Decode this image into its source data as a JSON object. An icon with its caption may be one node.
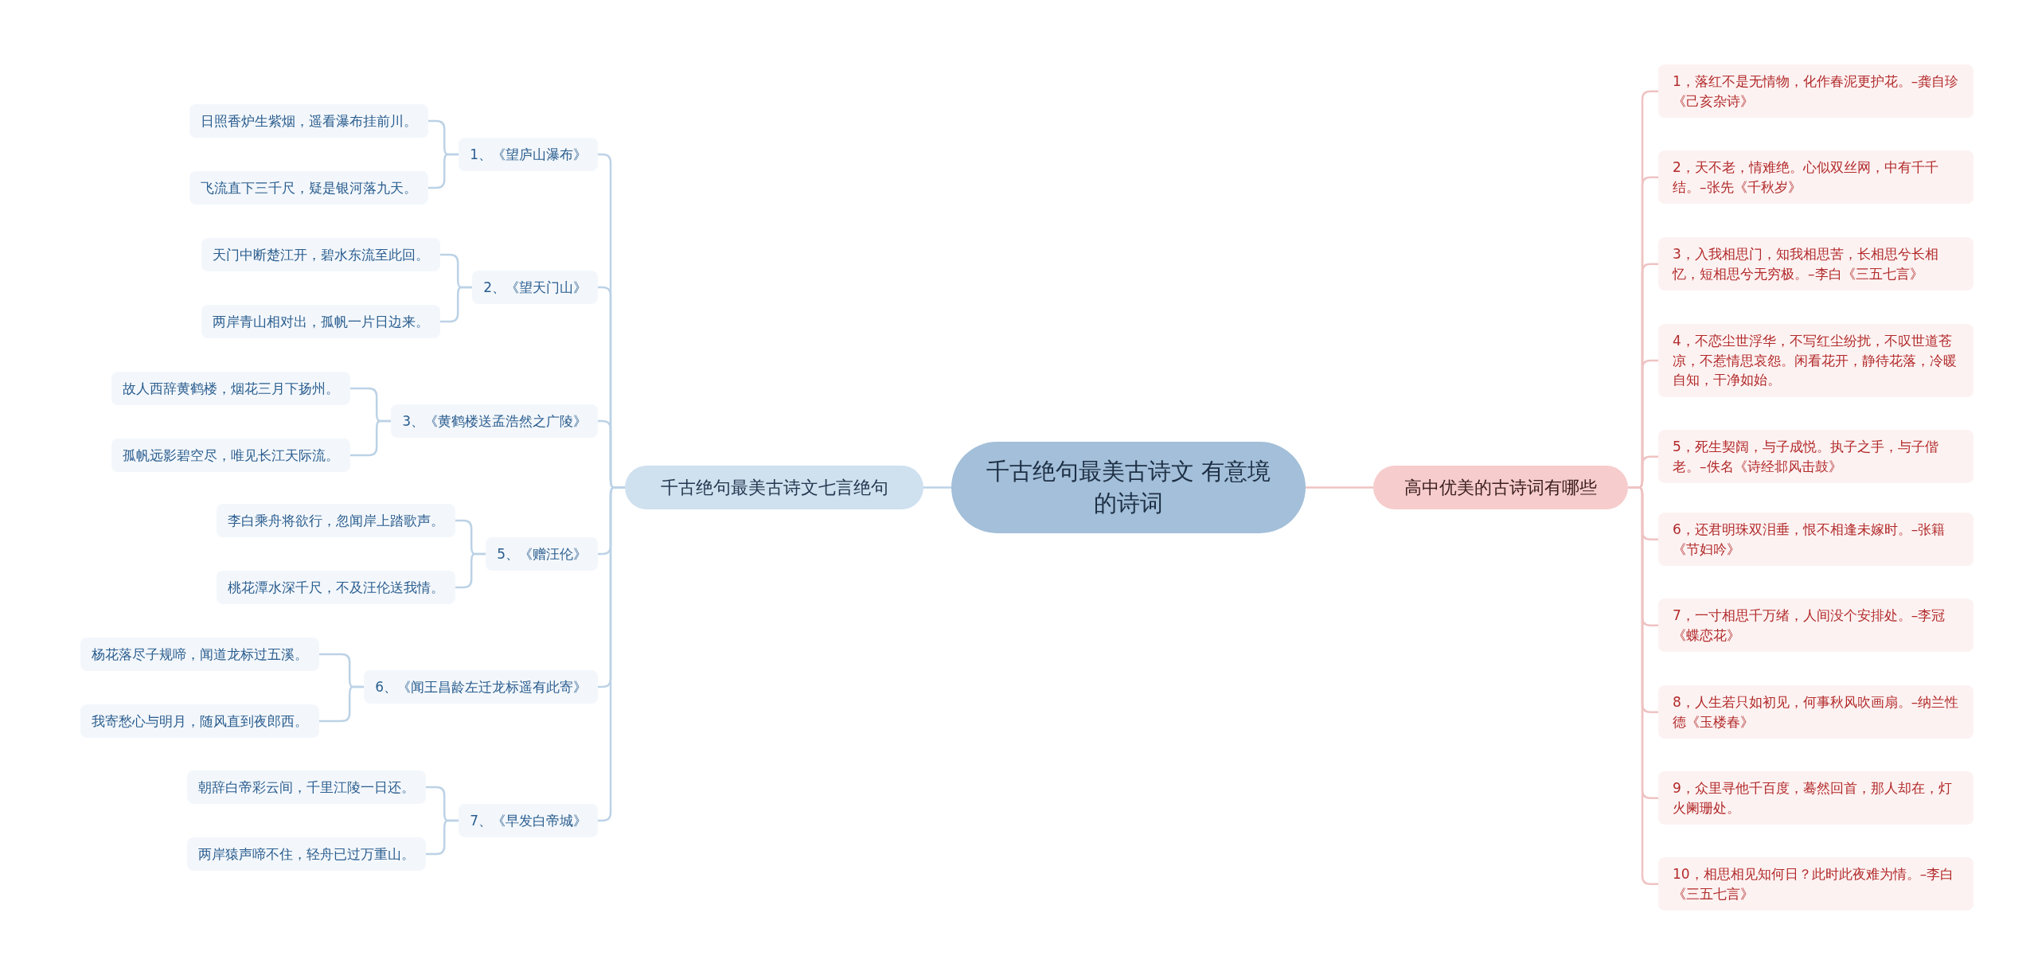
{
  "diagram": {
    "nodes": [
      {
        "text": [
          "千古绝句最美古诗文 有意境的诗词"
        ]
      },
      {
        "text": [
          "千古绝句最美古诗文七言绝句"
        ]
      },
      {
        "text": [
          "1、《望庐山瀑布》"
        ]
      },
      {
        "text": [
          "日照香炉生紫烟，遥看瀑布挂前川。"
        ]
      },
      {
        "text": [
          "飞流直下三千尺，疑是银河落九天。"
        ]
      },
      {
        "text": [
          "2、《望天门山》"
        ]
      },
      {
        "text": [
          "天门中断楚江开，碧水东流至此回。"
        ]
      },
      {
        "text": [
          "两岸青山相对出，孤帆一片日边来。"
        ]
      },
      {
        "text": [
          "3、《黄鹤楼送孟浩然之广陵》"
        ]
      },
      {
        "text": [
          "故人西辞黄鹤楼，烟花三月下扬州。"
        ]
      },
      {
        "text": [
          "孤帆远影碧空尽，唯见长江天际流。"
        ]
      },
      {
        "text": [
          "5、《赠汪伦》"
        ]
      },
      {
        "text": [
          "李白乘舟将欲行，忽闻岸上踏歌声。"
        ]
      },
      {
        "text": [
          "桃花潭水深千尺，不及汪伦送我情。"
        ]
      },
      {
        "text": [
          "6、《闻王昌龄左迁龙标遥有此寄》"
        ]
      },
      {
        "text": [
          "杨花落尽子规啼，闻道龙标过五溪。"
        ]
      },
      {
        "text": [
          "我寄愁心与明月，随风直到夜郎西。"
        ]
      },
      {
        "text": [
          "7、《早发白帝城》"
        ]
      },
      {
        "text": [
          "朝辞白帝彩云间，千里江陵一日还。"
        ]
      },
      {
        "text": [
          "两岸猿声啼不住，轻舟已过万重山。"
        ]
      },
      {
        "text": [
          "高中优美的古诗词有哪些"
        ]
      },
      {
        "text": [
          "1，落红不是无情物，化作春泥更护花。–龚自珍《己亥杂诗》"
        ]
      },
      {
        "text": [
          "2，天不老，情难绝。心似双丝网，中有千千结。–张先《千秋岁》"
        ]
      },
      {
        "text": [
          "3，入我相思门，知我相思苦，长相思兮长相忆，短相思兮无穷极。–李白《三五七言》"
        ]
      },
      {
        "text": [
          "4，不恋尘世浮华，不写红尘纷扰，不叹世道苍凉，不惹情思哀怨。闲看花开，静待花落，冷暖自知，干净如始。"
        ]
      },
      {
        "text": [
          "5，死生契阔，与子成悦。执子之手，与子偕老。–佚名《诗经邶风击鼓》"
        ]
      },
      {
        "text": [
          "6，还君明珠双泪垂，恨不相逢未嫁时。–张籍《节妇吟》"
        ]
      },
      {
        "text": [
          "7，一寸相思千万绪，人间没个安排处。–李冠《蝶恋花》"
        ]
      },
      {
        "text": [
          "8，人生若只如初见，何事秋风吹画扇。–纳兰性德《玉楼春》"
        ]
      },
      {
        "text": [
          "9，众里寻他千百度，蓦然回首，那人却在，灯火阑珊处。"
        ]
      },
      {
        "text": [
          "10，相思相见知何日？此时此夜难为情。–李白《三五七言》"
        ]
      }
    ],
    "edges": [
      {
        "from": 0,
        "to": 1,
        "arrow": "none"
      },
      {
        "from": 0,
        "to": 20,
        "arrow": "none"
      },
      {
        "from": 1,
        "to": 2,
        "arrow": "none"
      },
      {
        "from": 2,
        "to": 3,
        "arrow": "none"
      },
      {
        "from": 2,
        "to": 4,
        "arrow": "none"
      },
      {
        "from": 1,
        "to": 5,
        "arrow": "none"
      },
      {
        "from": 5,
        "to": 6,
        "arrow": "none"
      },
      {
        "from": 5,
        "to": 7,
        "arrow": "none"
      },
      {
        "from": 1,
        "to": 8,
        "arrow": "none"
      },
      {
        "from": 8,
        "to": 9,
        "arrow": "none"
      },
      {
        "from": 8,
        "to": 10,
        "arrow": "none"
      },
      {
        "from": 1,
        "to": 11,
        "arrow": "none"
      },
      {
        "from": 11,
        "to": 12,
        "arrow": "none"
      },
      {
        "from": 11,
        "to": 13,
        "arrow": "none"
      },
      {
        "from": 1,
        "to": 14,
        "arrow": "none"
      },
      {
        "from": 14,
        "to": 15,
        "arrow": "none"
      },
      {
        "from": 14,
        "to": 16,
        "arrow": "none"
      },
      {
        "from": 1,
        "to": 17,
        "arrow": "none"
      },
      {
        "from": 17,
        "to": 18,
        "arrow": "none"
      },
      {
        "from": 17,
        "to": 19,
        "arrow": "none"
      },
      {
        "from": 20,
        "to": 21,
        "arrow": "none"
      },
      {
        "from": 20,
        "to": 22,
        "arrow": "none"
      },
      {
        "from": 20,
        "to": 23,
        "arrow": "none"
      },
      {
        "from": 20,
        "to": 24,
        "arrow": "none"
      },
      {
        "from": 20,
        "to": 25,
        "arrow": "none"
      },
      {
        "from": 20,
        "to": 26,
        "arrow": "none"
      },
      {
        "from": 20,
        "to": 27,
        "arrow": "none"
      },
      {
        "from": 20,
        "to": 28,
        "arrow": "none"
      },
      {
        "from": 20,
        "to": 29,
        "arrow": "none"
      },
      {
        "from": 20,
        "to": 30,
        "arrow": "none"
      }
    ]
  }
}
